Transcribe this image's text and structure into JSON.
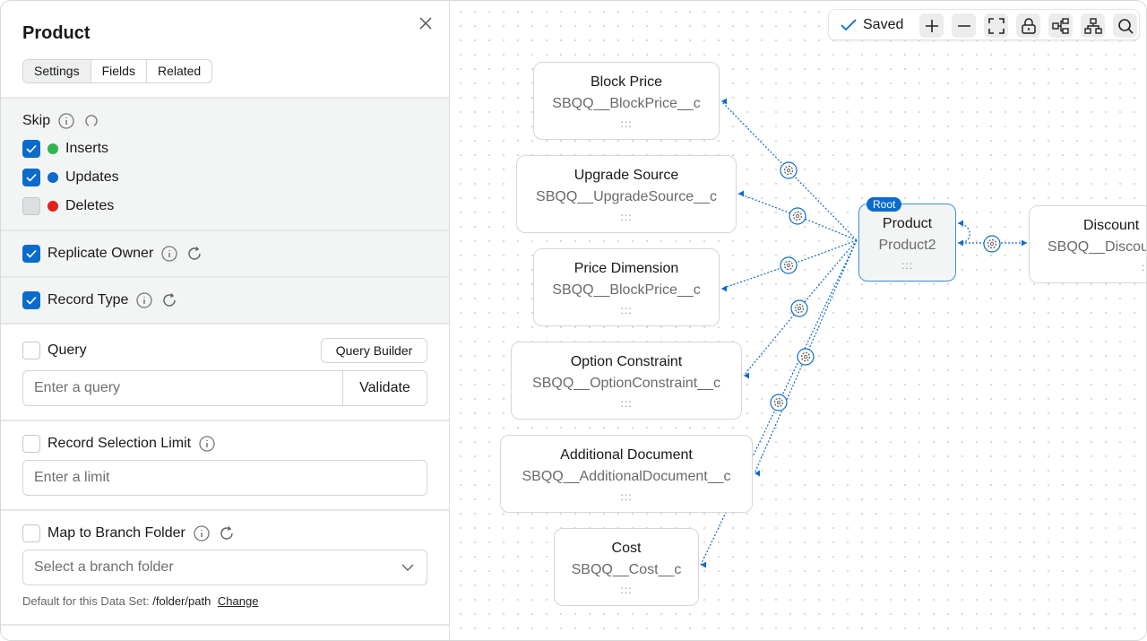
{
  "panel": {
    "title": "Product",
    "tabs": [
      {
        "label": "Settings",
        "active": true
      },
      {
        "label": "Fields"
      },
      {
        "label": "Related"
      }
    ],
    "skip": {
      "label": "Skip",
      "options": [
        {
          "label": "Inserts",
          "checked": true,
          "color": "#2fb551"
        },
        {
          "label": "Updates",
          "checked": true,
          "color": "#0b6bcb"
        },
        {
          "label": "Deletes",
          "checked": false,
          "disabled": true,
          "color": "#e4221b"
        }
      ]
    },
    "replicate_owner": {
      "label": "Replicate Owner",
      "checked": true
    },
    "record_type": {
      "label": "Record Type",
      "checked": true
    },
    "query": {
      "label": "Query",
      "checked": false,
      "builder_label": "Query Builder",
      "placeholder": "Enter a query",
      "validate_label": "Validate"
    },
    "limit": {
      "label": "Record Selection Limit",
      "checked": false,
      "placeholder": "Enter a limit"
    },
    "branch": {
      "label": "Map to Branch Folder",
      "checked": false,
      "placeholder": "Select a branch folder",
      "default_prefix": "Default for this Data Set:",
      "default_path": "/folder/path",
      "change_label": "Change"
    }
  },
  "toolbar": {
    "status": "Saved",
    "buttons": [
      "zoom-in",
      "zoom-out",
      "fit-view",
      "lock",
      "layout-horizontal",
      "layout-tree",
      "search"
    ]
  },
  "graph": {
    "accent": "#0b6bcb",
    "root": {
      "badge": "Root",
      "name": "Product",
      "api": "Product2",
      "handle": ":::"
    },
    "children": [
      {
        "name": "Block Price",
        "api": "SBQQ__BlockPrice__c",
        "handle": ":::"
      },
      {
        "name": "Upgrade Source",
        "api": "SBQQ__UpgradeSource__c",
        "handle": ":::"
      },
      {
        "name": "Price Dimension",
        "api": "SBQQ__BlockPrice__c",
        "handle": ":::"
      },
      {
        "name": "Option Constraint",
        "api": "SBQQ__OptionConstraint__c",
        "handle": ":::"
      },
      {
        "name": "Additional Document",
        "api": "SBQQ__AdditionalDocument__c",
        "handle": ":::"
      },
      {
        "name": "Cost",
        "api": "SBQQ__Cost__c",
        "handle": ":::"
      }
    ],
    "parent": {
      "name": "Discount",
      "api": "SBQQ__Discou",
      "handle": ":::"
    }
  }
}
